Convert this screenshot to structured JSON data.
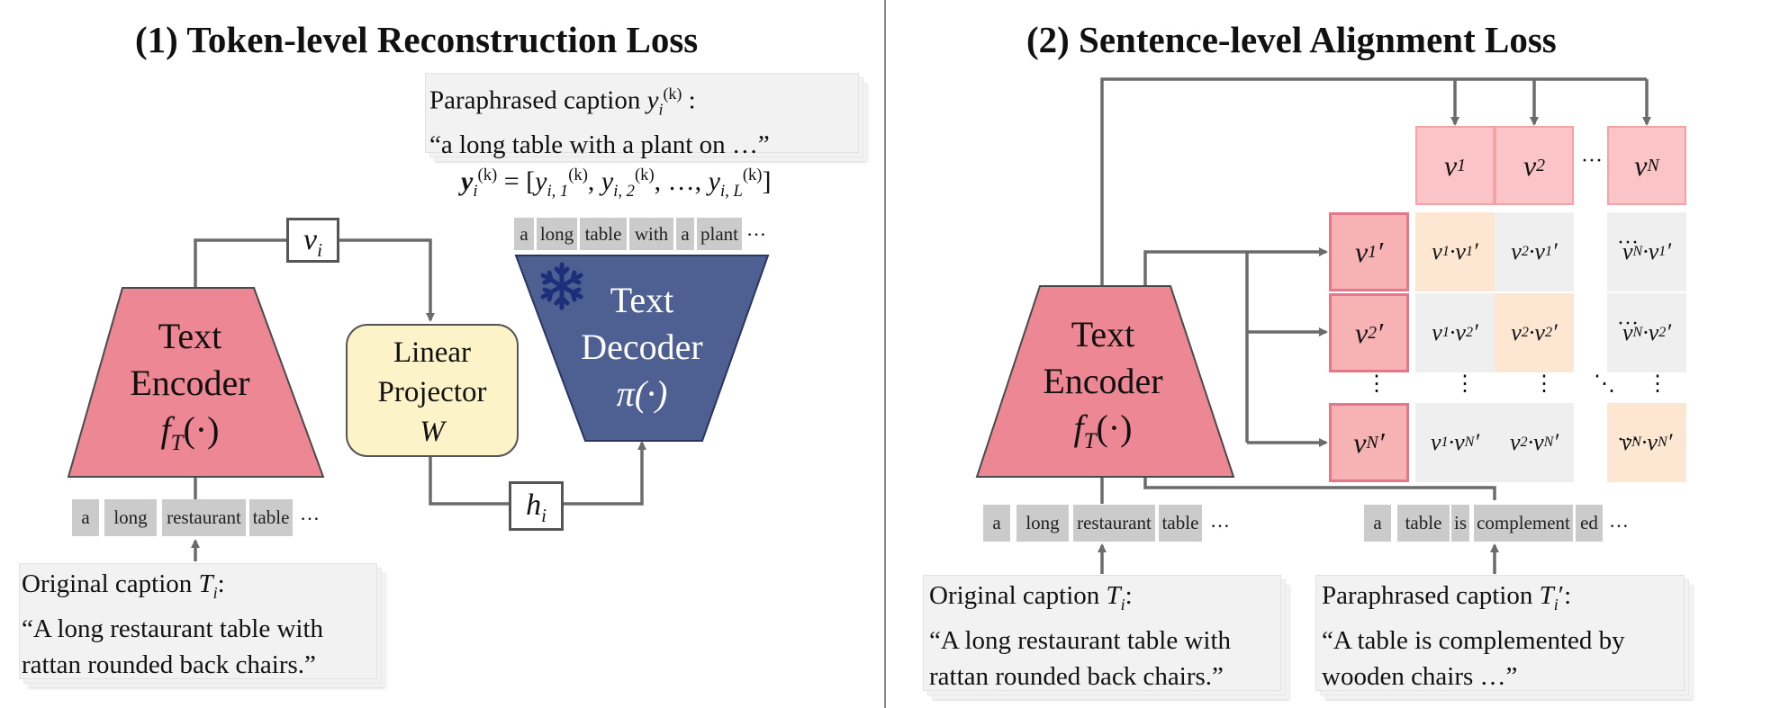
{
  "panel_left": {
    "title": "(1) Token-level Reconstruction Loss",
    "paraphrased_caption": {
      "label": "Paraphrased caption",
      "symbol": "y",
      "sub": "i",
      "sup": "(k)",
      "colon": ":",
      "text": "“a long table with a plant on …”"
    },
    "equation": {
      "lhs": "y",
      "lhs_sub": "i",
      "lhs_sup": "(k)",
      "eq": "= [",
      "t1": "y",
      "t1_sub": "i, 1",
      "t1_sup": "(k)",
      "t2": "y",
      "t2_sub": "i, 2",
      "t2_sup": "(k)",
      "mid": ", …,",
      "t3": "y",
      "t3_sub": "i, L",
      "t3_sup": "(k)",
      "close": "]",
      "sep": ","
    },
    "decoder_tokens": [
      "a",
      "long",
      "table",
      "with",
      "a",
      "plant"
    ],
    "decoder_tokens_ellipsis": "…",
    "text_decoder": {
      "line1": "Text",
      "line2": "Decoder",
      "func": "π(·)",
      "color": "#4e5f92"
    },
    "text_encoder": {
      "line1": "Text",
      "line2": "Encoder",
      "func": "f",
      "func_sub": "T",
      "func_tail": "(·)",
      "color": "#ee8794"
    },
    "linear_projector": {
      "line1": "Linear",
      "line2": "Projector",
      "var": "W",
      "color": "#fdf3c8"
    },
    "vi_box": {
      "symbol": "v",
      "sub": "i"
    },
    "hi_box": {
      "symbol": "h",
      "sub": "i"
    },
    "input_tokens": [
      "a",
      "long",
      "restaurant",
      "table"
    ],
    "input_tokens_ellipsis": "…",
    "original_caption": {
      "label": "Original caption",
      "symbol": "T",
      "sub": "i",
      "colon": ":",
      "line1": "“A long restaurant table with",
      "line2": "rattan rounded back chairs.”"
    }
  },
  "panel_right": {
    "title": "(2) Sentence-level Alignment Loss",
    "text_encoder": {
      "line1": "Text",
      "line2": "Encoder",
      "func": "f",
      "func_sub": "T",
      "func_tail": "(·)",
      "color": "#ee8794"
    },
    "top_vectors": [
      {
        "sym": "v",
        "sub": "1"
      },
      {
        "sym": "v",
        "sub": "2"
      },
      {
        "sym": "v",
        "sub": "N"
      }
    ],
    "row_vectors": [
      {
        "sym": "v",
        "sub": "1",
        "prime": "′"
      },
      {
        "sym": "v",
        "sub": "2",
        "prime": "′"
      },
      {
        "sym": "v",
        "sub": "N",
        "prime": "′"
      }
    ],
    "matrix": [
      [
        "v₁·v₁′",
        "v₂·v₁′",
        "v_N·v₁′"
      ],
      [
        "v₁·v₂′",
        "v₂·v₂′",
        "v_N·v₂′"
      ],
      [
        "v₁·v_N′",
        "v₂·v_N′",
        "v_N·v_N′"
      ]
    ],
    "cells": [
      [
        {
          "a": "1",
          "b": "1"
        },
        {
          "a": "2",
          "b": "1"
        },
        {
          "a": "N",
          "b": "1"
        }
      ],
      [
        {
          "a": "1",
          "b": "2"
        },
        {
          "a": "2",
          "b": "2"
        },
        {
          "a": "N",
          "b": "2"
        }
      ],
      [
        {
          "a": "1",
          "b": "N"
        },
        {
          "a": "2",
          "b": "N"
        },
        {
          "a": "N",
          "b": "N"
        }
      ]
    ],
    "dot": "·",
    "prime": "′",
    "hdots": "···",
    "vdots": "⋮",
    "ddots": "⋱",
    "input_tokens_original": [
      "a",
      "long",
      "restaurant",
      "table"
    ],
    "input_tokens_paraphrased": [
      "a",
      "table",
      "is",
      "complement",
      "ed"
    ],
    "tokens_ellipsis": "…",
    "original_caption": {
      "label": "Original caption",
      "symbol": "T",
      "sub": "i",
      "colon": ":",
      "line1": "“A long restaurant table with",
      "line2": "rattan rounded back chairs.”"
    },
    "paraphrased_caption": {
      "label": "Paraphrased caption",
      "symbol": "T",
      "sub": "i",
      "prime": "′",
      "colon": ":",
      "line1": "“A table is complemented by",
      "line2": "wooden chairs …”"
    }
  },
  "colors": {
    "arrow": "#6b6b6b",
    "divider": "#888888",
    "token": "#cbcbcb",
    "card": "#f2f2f2",
    "diag_cell": "#fde6d2",
    "off_cell": "#efefef",
    "vec_pink": "#f7b2b4",
    "snowflake": "#1d2f7a"
  },
  "icons": {
    "decoder_lock": "snowflake-icon"
  }
}
